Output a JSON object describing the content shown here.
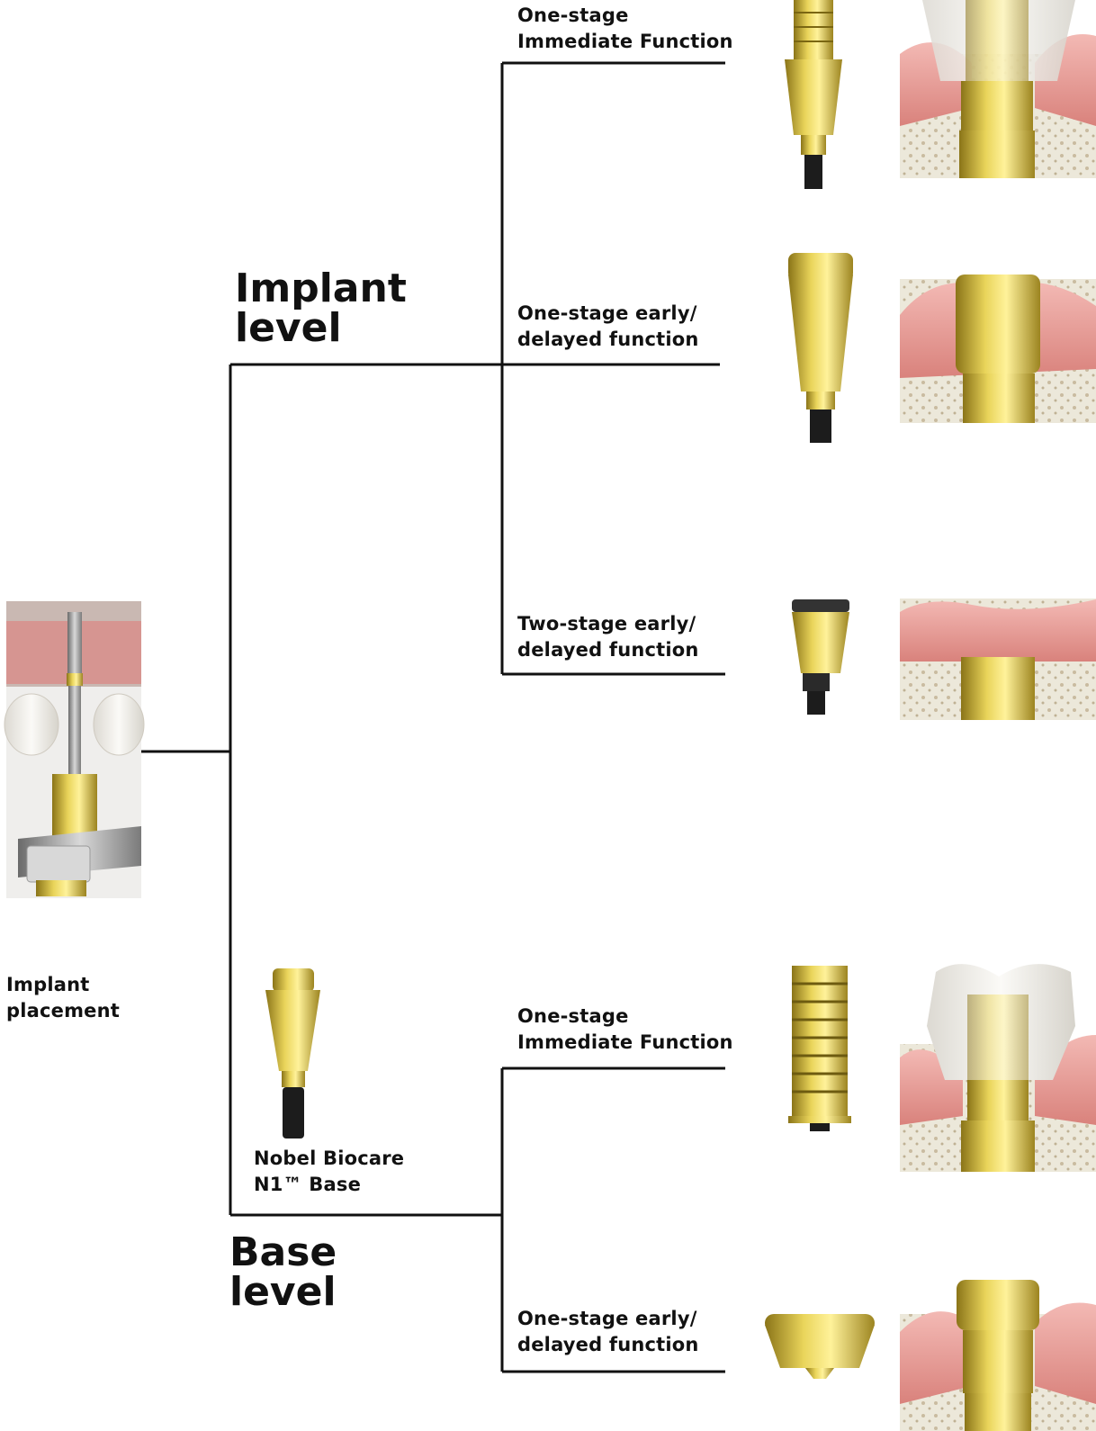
{
  "start": {
    "label_line1": "Implant",
    "label_line2": "placement"
  },
  "levels": {
    "implant": {
      "line1": "Implant",
      "line2": "level"
    },
    "base": {
      "line1": "Base",
      "line2": "level"
    }
  },
  "base_product": {
    "line1": "Nobel Biocare",
    "line2": "N1™ Base"
  },
  "branches": [
    {
      "line1": "One-stage",
      "line2": "Immediate Function",
      "level": "implant"
    },
    {
      "line1": "One-stage early/",
      "line2": "delayed function",
      "level": "implant"
    },
    {
      "line1": "Two-stage early/",
      "line2": "delayed function",
      "level": "implant"
    },
    {
      "line1": "One-stage",
      "line2": "Immediate Function",
      "level": "base"
    },
    {
      "line1": "One-stage early/",
      "line2": "delayed function",
      "level": "base"
    }
  ],
  "colors": {
    "line": "#111111",
    "gold": "#d9bf3c",
    "gum": "#e28a8a",
    "bone": "#ece9dd",
    "tooth": "#f3f1ec"
  }
}
